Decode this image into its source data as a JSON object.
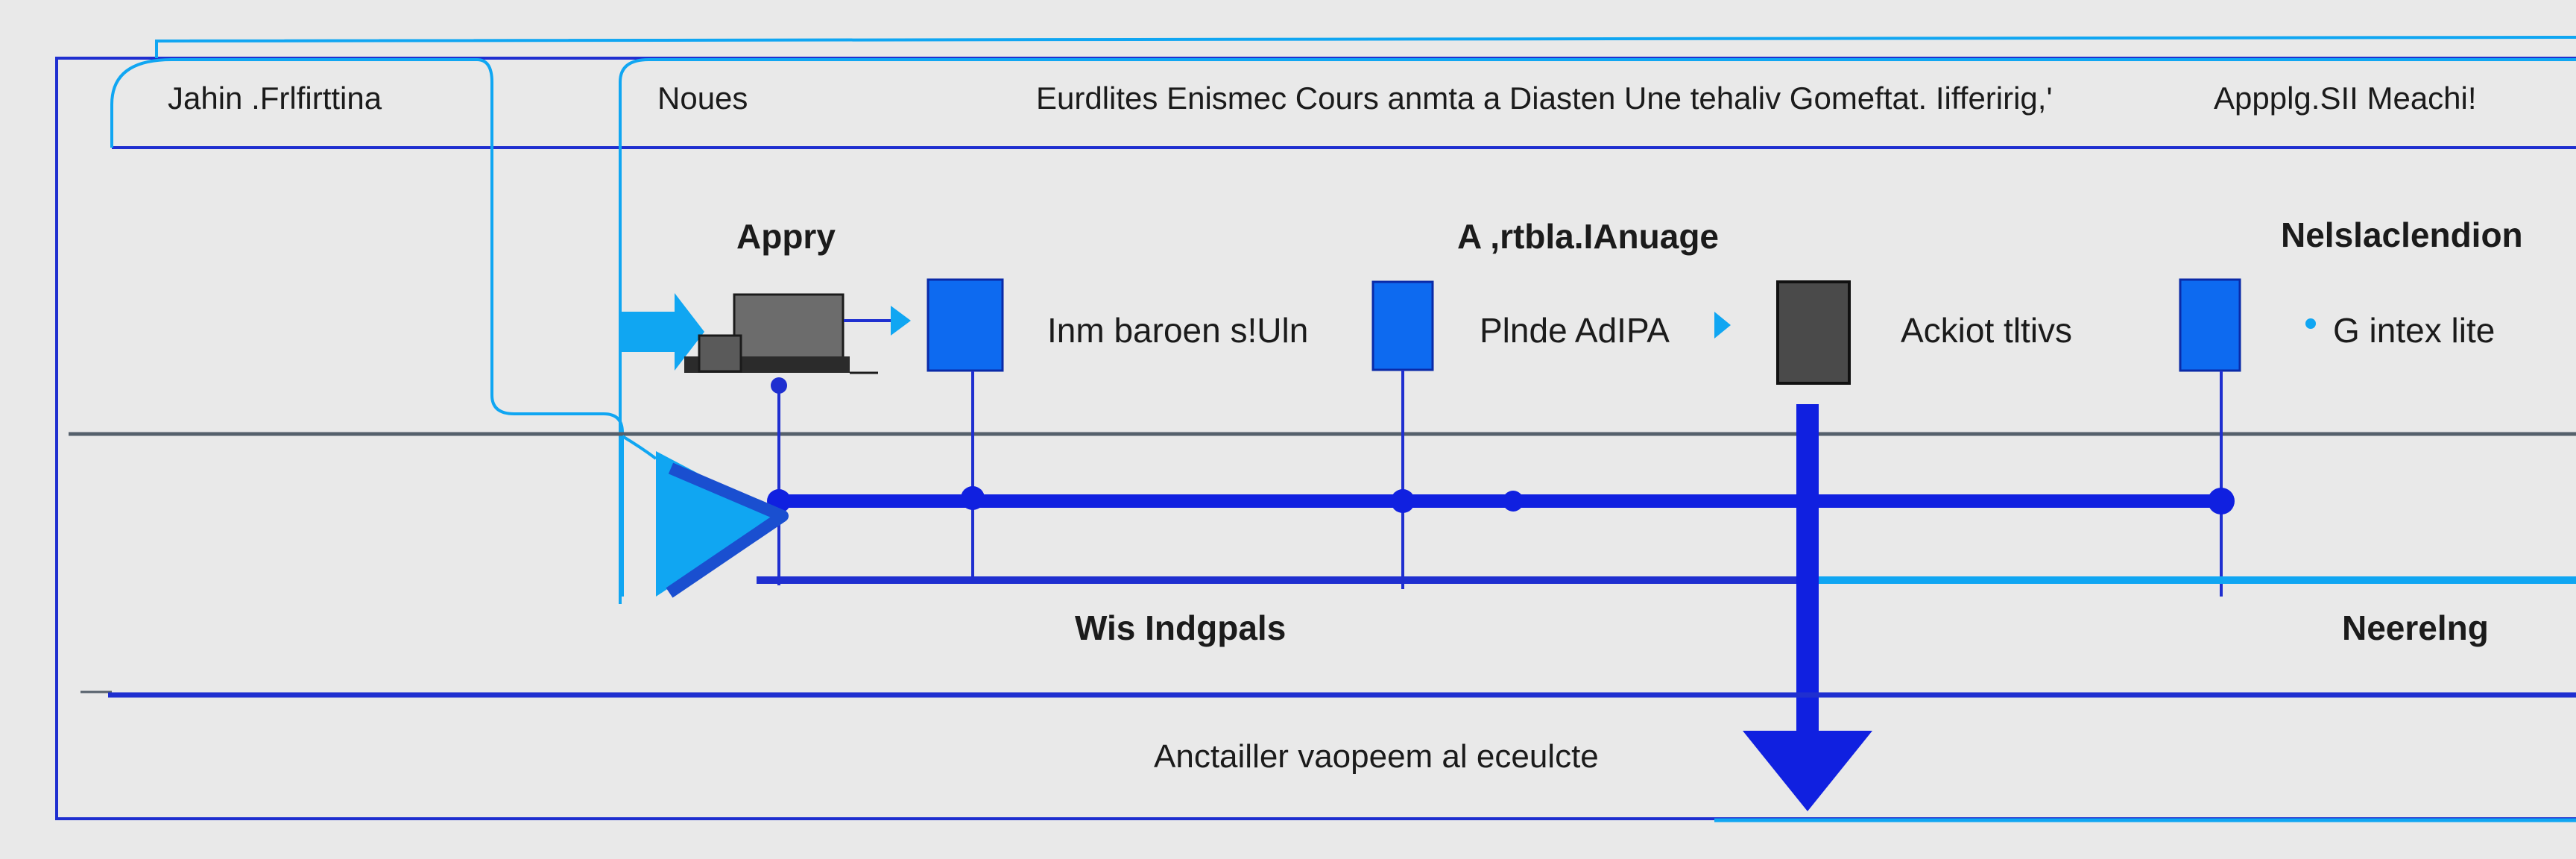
{
  "header": {
    "left_tab": "Jahin .Frlfirttina",
    "section_label": "Noues",
    "caption": "Eurdlites Enismec Cours anmta a Diasten  Une tehaliv Gomeftat. Iifferirig,'",
    "right_tab": "Appplg.SII Meachi!"
  },
  "stages": [
    "Appry",
    "A ,rtbla.IAnuage",
    "Nelslaclendion"
  ],
  "steps": [
    "Inm baroen s!Uln",
    "Plnde AdIPA",
    "Ackiot tltivs",
    "G intex lite"
  ],
  "bottom_labels": [
    "Wis Indgpals",
    "Neerelng"
  ],
  "footer": "Anctailler vaopeem al eceulcte",
  "colors": {
    "frame_blue": "#1f2fd0",
    "accent_cyan": "#10a6f2",
    "node_blue": "#0d6af0",
    "node_dark": "#4a4a4a",
    "divider_gray": "#55606b",
    "flow_blue": "#1020e0"
  },
  "icons": [
    "laptop-icon",
    "play-triangle-icon",
    "right-arrow-icon",
    "down-arrow-icon"
  ]
}
